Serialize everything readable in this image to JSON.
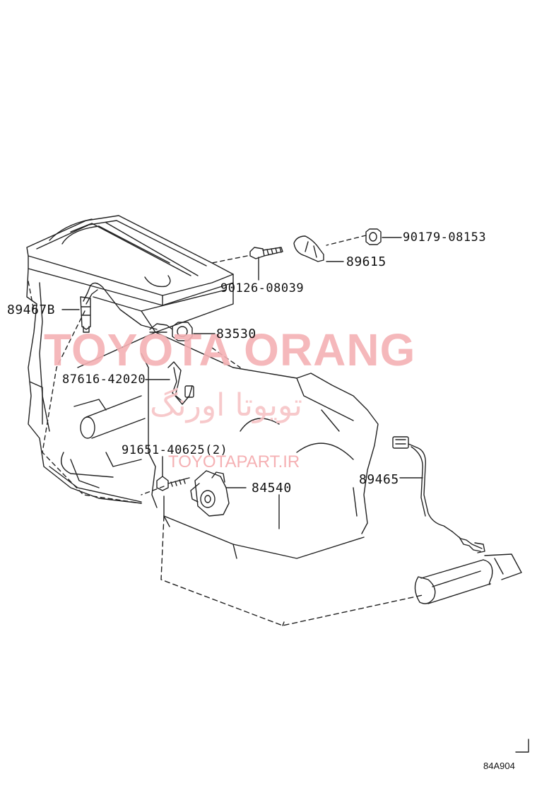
{
  "labels": {
    "p1": "90179-08153",
    "p2": "89615",
    "p3": "90126-08039",
    "p4": "89467B",
    "p5": "83530",
    "p6": "87616-42020",
    "p7": "91651-40625(2)",
    "p8": "84540",
    "p9": "89465"
  },
  "watermark": {
    "brand": "TOYOTA ORANG",
    "persian": "تویوتا اورنگ",
    "url": "TOYOTAPART.IR",
    "color": "#f4b1b4"
  },
  "drawing_code": "84A904"
}
